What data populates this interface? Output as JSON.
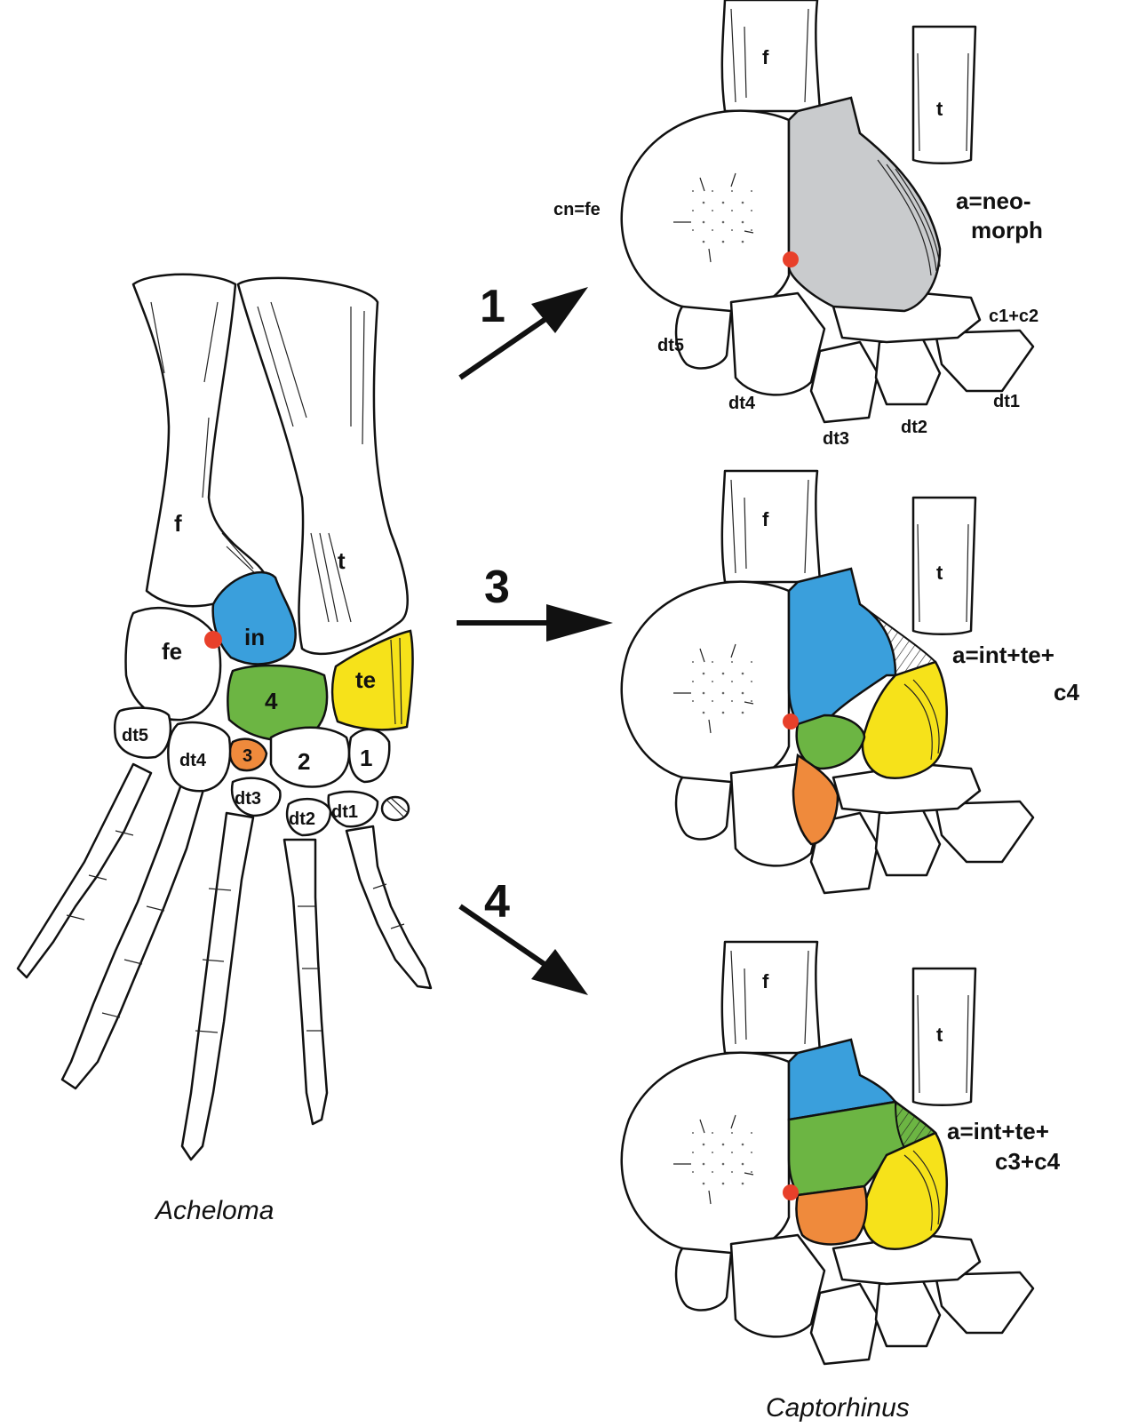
{
  "colors": {
    "intermedium_blue": "#3a9fdc",
    "element4_green": "#6cb543",
    "tibiale_yellow": "#f6e21a",
    "element3_orange": "#ef8a3c",
    "neomorph_gray": "#c9cbcd",
    "reference_point_red": "#e8402a"
  },
  "left_specimen": {
    "taxon": "Acheloma",
    "labels": {
      "fibula": "f",
      "tibia": "t",
      "fibulare": "fe",
      "intermedium": "in",
      "element4": "4",
      "tibiale": "te",
      "element3": "3",
      "element2": "2",
      "element1": "1",
      "dt5": "dt5",
      "dt4": "dt4",
      "dt3": "dt3",
      "dt2": "dt2",
      "dt1": "dt1"
    }
  },
  "arrows": [
    {
      "number": "1"
    },
    {
      "number": "3"
    },
    {
      "number": "4"
    }
  ],
  "right_specimen": {
    "taxon": "Captorhinus",
    "panel_1": {
      "fibula": "f",
      "tibia": "t",
      "calcaneum": "cn=fe",
      "astragalus_line1": "a=neo-",
      "astragalus_line2": "morph",
      "c1c2": "c1+c2",
      "dt5": "dt5",
      "dt4": "dt4",
      "dt3": "dt3",
      "dt2": "dt2",
      "dt1": "dt1"
    },
    "panel_3": {
      "fibula": "f",
      "tibia": "t",
      "astragalus_line1": "a=int+te+",
      "astragalus_line2": "c4"
    },
    "panel_4": {
      "fibula": "f",
      "tibia": "t",
      "astragalus_line1": "a=int+te+",
      "astragalus_line2": "c3+c4"
    }
  }
}
